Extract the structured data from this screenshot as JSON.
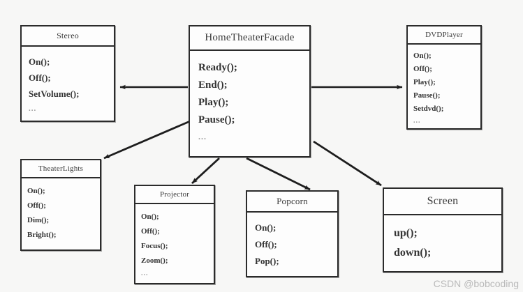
{
  "diagram": {
    "title": "HomeTheaterFacade UML class diagram",
    "background_color": "#f7f7f6",
    "box_fill_color": "#fdfdfd",
    "line_color": "#2b2b2b",
    "watermark": "CSDN @bobcoding"
  },
  "classes": {
    "stereo": {
      "name": "Stereo",
      "methods": [
        "On();",
        "Off();",
        "SetVolume();"
      ],
      "ellipsis": "..."
    },
    "facade": {
      "name": "HomeTheaterFacade",
      "methods": [
        "Ready();",
        "End();",
        "Play();",
        "Pause();"
      ],
      "ellipsis": "..."
    },
    "dvdplayer": {
      "name": "DVDPlayer",
      "methods": [
        "On();",
        "Off();",
        "Play();",
        "Pause();",
        "Setdvd();"
      ],
      "ellipsis": "..."
    },
    "theaterlights": {
      "name": "TheaterLights",
      "methods": [
        "On();",
        "Off();",
        "Dim();",
        "Bright();"
      ],
      "ellipsis": ""
    },
    "projector": {
      "name": "Projector",
      "methods": [
        "On();",
        "Off();",
        "Focus();",
        "Zoom();"
      ],
      "ellipsis": "..."
    },
    "popcorn": {
      "name": "Popcorn",
      "methods": [
        "On();",
        "Off();",
        "Pop();"
      ],
      "ellipsis": ""
    },
    "screen": {
      "name": "Screen",
      "methods": [
        "up();",
        "down();"
      ],
      "ellipsis": ""
    }
  },
  "edges": [
    {
      "from": "facade",
      "to": "stereo",
      "direction": "left"
    },
    {
      "from": "facade",
      "to": "dvdplayer",
      "direction": "right"
    },
    {
      "from": "facade",
      "to": "theaterlights",
      "direction": "down-left"
    },
    {
      "from": "facade",
      "to": "projector",
      "direction": "down-left"
    },
    {
      "from": "facade",
      "to": "popcorn",
      "direction": "down-right"
    },
    {
      "from": "facade",
      "to": "screen",
      "direction": "down-right"
    }
  ]
}
